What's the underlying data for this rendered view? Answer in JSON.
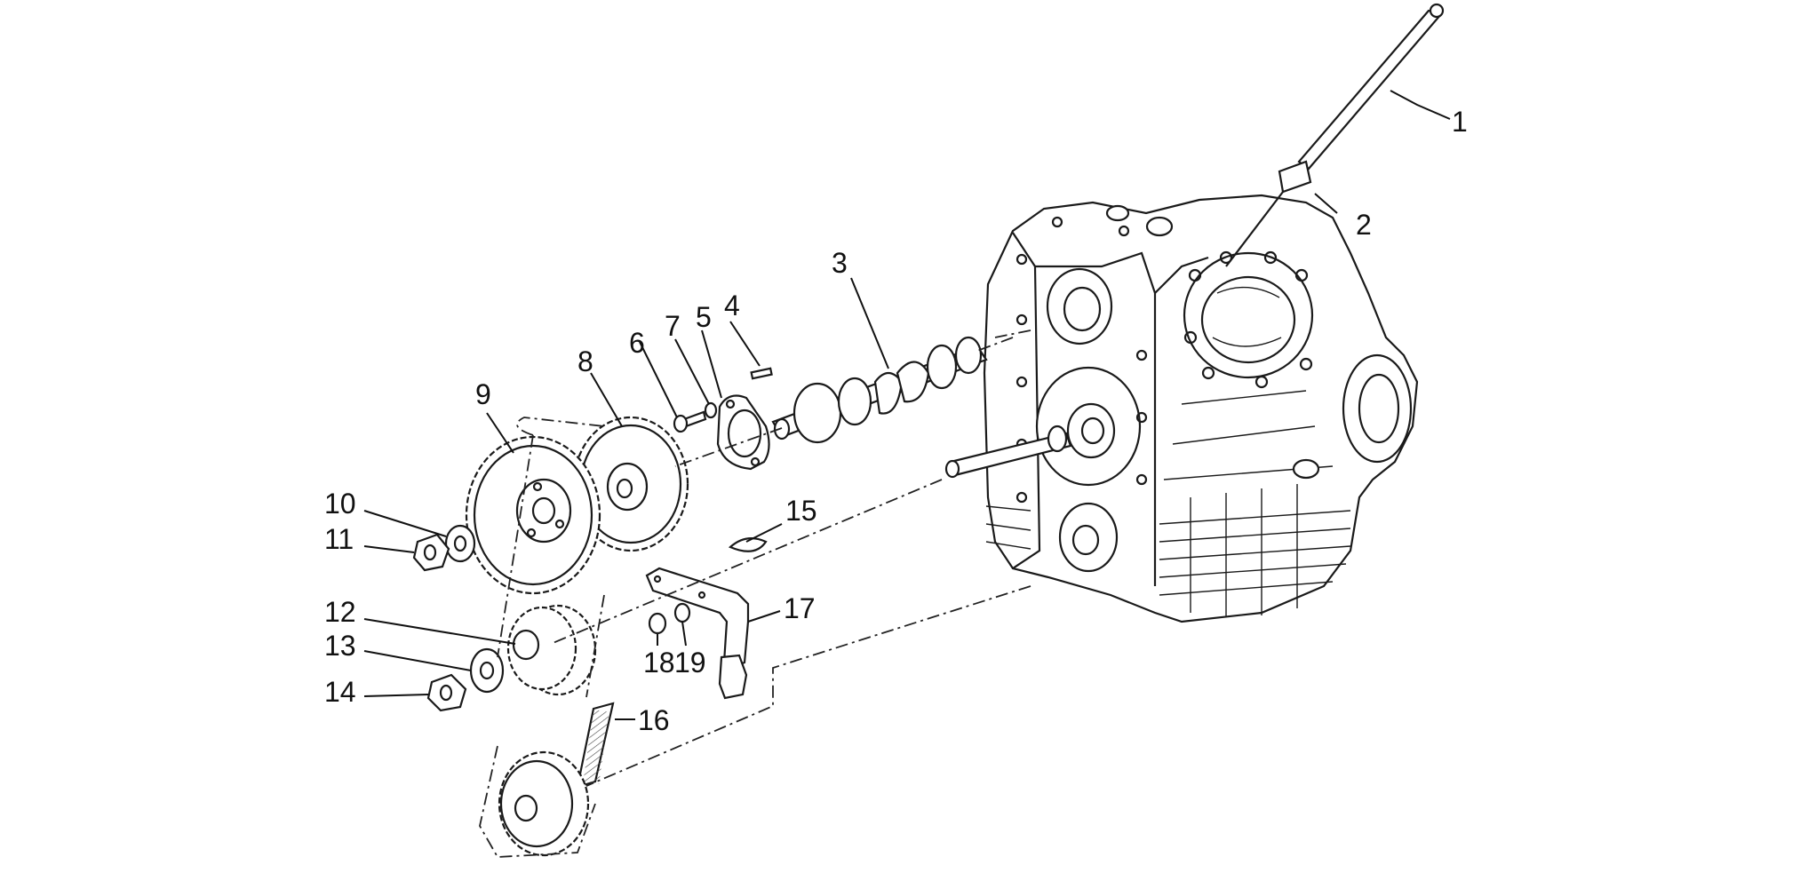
{
  "diagram": {
    "labels": [
      {
        "id": "1",
        "text": "1"
      },
      {
        "id": "2",
        "text": "2"
      },
      {
        "id": "3",
        "text": "3"
      },
      {
        "id": "4",
        "text": "4"
      },
      {
        "id": "5",
        "text": "5"
      },
      {
        "id": "6",
        "text": "6"
      },
      {
        "id": "7",
        "text": "7"
      },
      {
        "id": "8",
        "text": "8"
      },
      {
        "id": "9",
        "text": "9"
      },
      {
        "id": "10",
        "text": "10"
      },
      {
        "id": "11",
        "text": "11"
      },
      {
        "id": "12",
        "text": "12"
      },
      {
        "id": "13",
        "text": "13"
      },
      {
        "id": "14",
        "text": "14"
      },
      {
        "id": "15",
        "text": "15"
      },
      {
        "id": "16",
        "text": "16"
      },
      {
        "id": "17",
        "text": "17"
      },
      {
        "id": "18",
        "text": "18"
      },
      {
        "id": "19",
        "text": "19"
      }
    ]
  }
}
